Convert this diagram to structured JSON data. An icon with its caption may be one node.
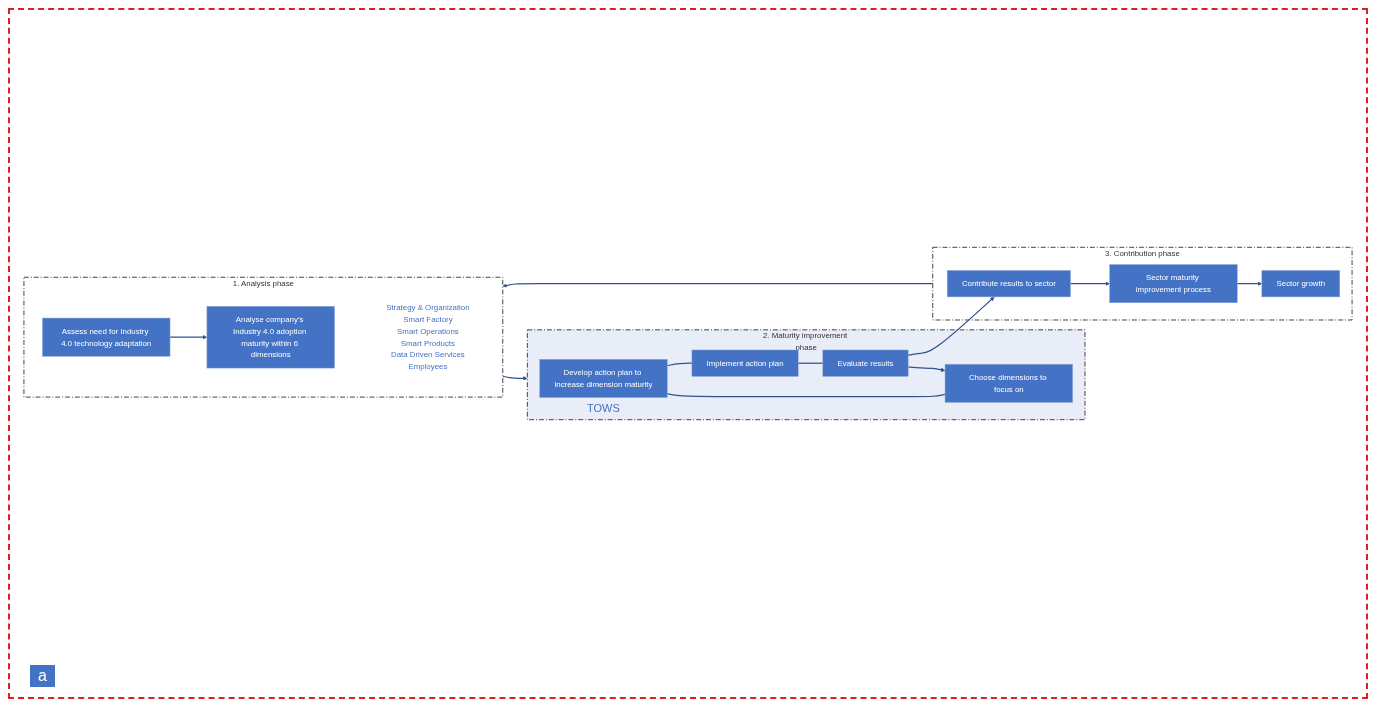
{
  "diagram": {
    "nodes": [
      {
        "text": [
          "1. Analysis phase"
        ]
      },
      {
        "text": [
          "Assess need for Industry 4.0 technology adaptation"
        ],
        "in": 0
      },
      {
        "text": [
          "Analyse company’s Industry 4.0 adoption maturity within 6 dimensions"
        ],
        "in": 0,
        "beside": [
          "Strategy & Organization",
          "Smart Factory",
          "Smart Operations",
          "Smart Products",
          "Data Driven Services",
          "Employees"
        ]
      },
      {
        "text": [
          "2. Maturity improvement phase"
        ]
      },
      {
        "text": [
          "Develop action plan to increase dimension maturity"
        ],
        "in": 3,
        "beside": [
          "TOWS"
        ]
      },
      {
        "text": [
          "Implement action plan"
        ],
        "in": 3
      },
      {
        "text": [
          "Evaluate results"
        ],
        "in": 3
      },
      {
        "text": [
          "Choose dimensions to focus on"
        ],
        "in": 3
      },
      {
        "text": [
          "3. Contribution phase"
        ]
      },
      {
        "text": [
          "Contribute results to sector"
        ],
        "in": 8
      },
      {
        "text": [
          "Sector maturity improvement process"
        ],
        "in": 8
      },
      {
        "text": [
          "Sector growth"
        ],
        "in": 8
      }
    ],
    "edges": [
      {
        "from": 1,
        "to": 2,
        "arrow": "to"
      },
      {
        "from": 0,
        "to": 3,
        "arrow": "to"
      },
      {
        "from": 7,
        "to": 4,
        "arrow": "none"
      },
      {
        "from": 4,
        "to": 5,
        "arrow": "none"
      },
      {
        "from": 5,
        "to": 6,
        "arrow": "none"
      },
      {
        "from": 6,
        "to": 7,
        "arrow": "to"
      },
      {
        "from": 6,
        "to": 9,
        "arrow": "to"
      },
      {
        "from": 9,
        "to": 10,
        "arrow": "to"
      },
      {
        "from": 10,
        "to": 11,
        "arrow": "to"
      },
      {
        "from": 8,
        "to": 0,
        "arrow": "to"
      }
    ],
    "labels": [
      "a"
    ]
  }
}
